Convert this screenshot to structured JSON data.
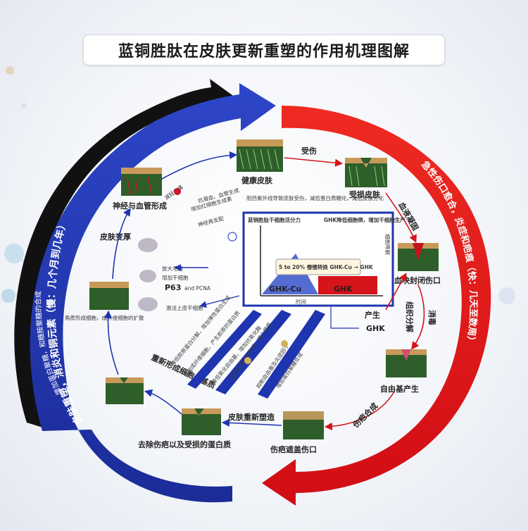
{
  "title": "蓝铜胜肽在皮肤更新重塑的作用机理图解",
  "arcs": {
    "left_outer": "皮肤重塑，消炎和铜元素（慢：几个月到几年）",
    "left_inner": "增加蛋白聚糖，和糖胺聚糖的合成",
    "right": "急性伤口愈合，炎症和疤痕（快：几天至数周）"
  },
  "stages": {
    "healthy": "健康皮肤",
    "damaged": "受损皮肤",
    "clot": "血块封闭伤口",
    "radical": "自由基产生",
    "scar": "伤疤遮盖伤口",
    "remove": "去除伤疤以及受损的蛋白质",
    "nerve": "神经与血管形成",
    "fibro": "角质形成细胞，成纤维细胞的扩散",
    "remodel": "皮肤变厚"
  },
  "arrow_labels": {
    "injury": "受伤",
    "coag": "血液凝固",
    "disinfect": "消毒",
    "tissue": "组织分解",
    "scar_synth": "伤疤合成",
    "skin_rebuild": "皮肤重新塑造",
    "reshape": "重新形成细胞外基质",
    "damage_text": "阻挡紫外线导致皮肤受伤，减低蛋白质糖化，减低皮肤分化"
  },
  "center": {
    "top_left": "蓝铜胜肽干细胞活分力",
    "top_right": "GHK降低细胞倒，增加干细胞生产",
    "bubble": "5 to 20% 慢慢转换 GHK-Cu → GHK",
    "ghkcu": "GHK-Cu",
    "ghk": "GHK",
    "time": "时间",
    "produce": "产生",
    "produce_ghk": "GHK",
    "side": "细胞降解"
  },
  "nerve_labels": {
    "a": "抗凝血、血管生成",
    "b": "增加红细胞生成素",
    "c": "神经再支配",
    "d": "减轻疼痛"
  },
  "stem": {
    "a": "放大毛囊",
    "b": "增加干细胞",
    "p63": "P63",
    "pcna": "and PCNA",
    "c": "激活上皮干细胞"
  },
  "diag_labels": {
    "d1": "增加成纤维细胞，产生胶原的蛋白质",
    "d2": "降低胶原蛋白分解，增加弹性蛋白生成",
    "d3": "降低氧化自由基，增加抗氧化酶",
    "d4": "增加胶原蛋白生成，减少疤痕",
    "d5": "抑制自由基及炎症因子",
    "d6": "增加蛋白聚糖合成"
  },
  "colors": {
    "blue": "#1f35b0",
    "red": "#e0141b",
    "black": "#111111"
  }
}
